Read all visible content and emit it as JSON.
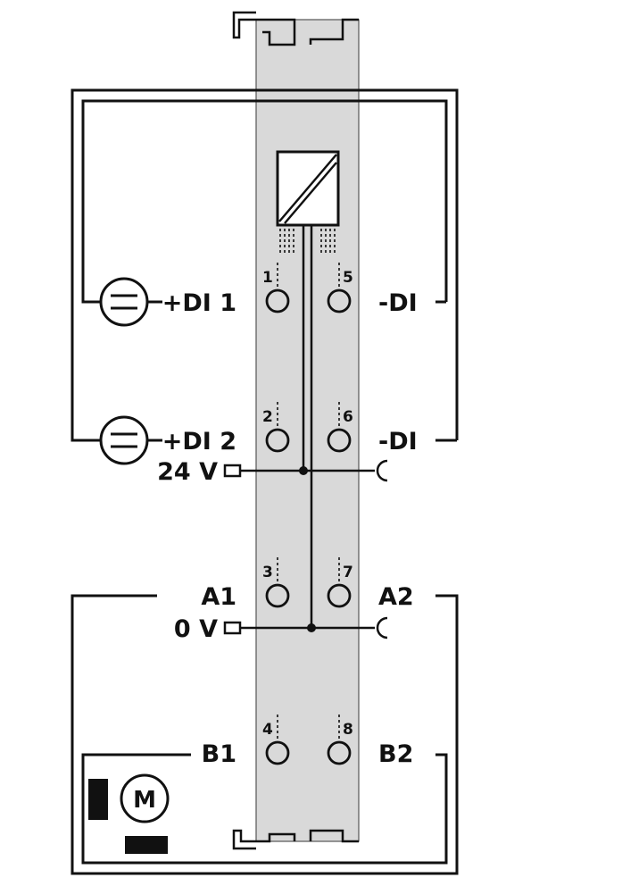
{
  "labels": {
    "di1_plus": "+DI 1",
    "di1_minus": "-DI",
    "di2_plus": "+DI 2",
    "di2_minus": "-DI",
    "v24": "24 V",
    "v0": "0 V",
    "a1": "A1",
    "a2": "A2",
    "b1": "B1",
    "b2": "B2",
    "motor": "M"
  },
  "pins": [
    "1",
    "2",
    "3",
    "4",
    "5",
    "6",
    "7",
    "8"
  ],
  "colors": {
    "module_fill": "#d9d9d9",
    "line": "#111111",
    "background": "#ffffff"
  }
}
